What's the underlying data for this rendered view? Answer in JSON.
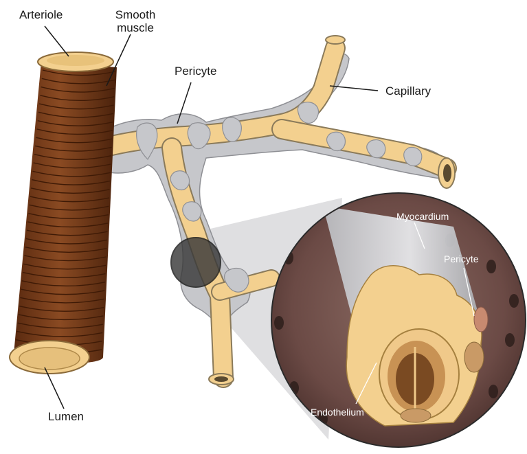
{
  "labels": {
    "arteriole": "Arteriole",
    "smooth_muscle_line1": "Smooth",
    "smooth_muscle_line2": "muscle",
    "pericyte": "Pericyte",
    "capillary": "Capillary",
    "lumen": "Lumen",
    "myocardium": "Myocardium",
    "pericyte_inset": "Pericyte",
    "endothelium": "Endothelium"
  },
  "colors": {
    "smooth_muscle": "#7a3d1a",
    "capillary_endothelium": "#f3d08f",
    "pericyte": "#c6c7cb",
    "magnifier_background": "#6b4a45",
    "lens": "#3a3a3a"
  }
}
